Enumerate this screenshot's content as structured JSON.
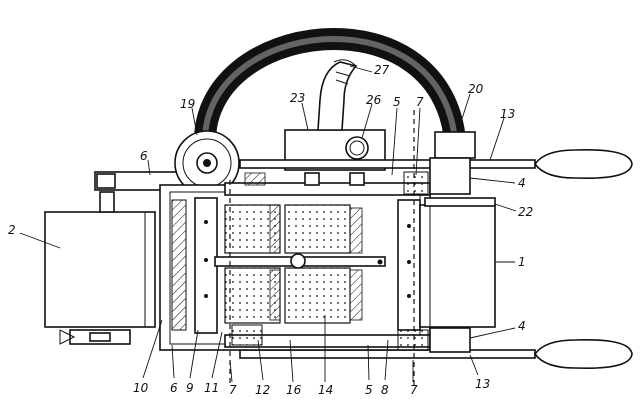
{
  "figure": {
    "labels": [
      {
        "id": "callout-1",
        "text": "1"
      },
      {
        "id": "callout-2",
        "text": "2"
      },
      {
        "id": "callout-4-top",
        "text": "4"
      },
      {
        "id": "callout-4-bottom",
        "text": "4"
      },
      {
        "id": "callout-5-top",
        "text": "5"
      },
      {
        "id": "callout-5-bottom",
        "text": "5"
      },
      {
        "id": "callout-6-left",
        "text": "6"
      },
      {
        "id": "callout-6-bottom",
        "text": "6"
      },
      {
        "id": "callout-7-top",
        "text": "7"
      },
      {
        "id": "callout-7-left",
        "text": "7"
      },
      {
        "id": "callout-7-bottom",
        "text": "7"
      },
      {
        "id": "callout-8",
        "text": "8"
      },
      {
        "id": "callout-9",
        "text": "9"
      },
      {
        "id": "callout-10",
        "text": "10"
      },
      {
        "id": "callout-11",
        "text": "11"
      },
      {
        "id": "callout-12",
        "text": "12"
      },
      {
        "id": "callout-13-top",
        "text": "13"
      },
      {
        "id": "callout-13-bottom",
        "text": "13"
      },
      {
        "id": "callout-14",
        "text": "14"
      },
      {
        "id": "callout-16",
        "text": "16"
      },
      {
        "id": "callout-19",
        "text": "19"
      },
      {
        "id": "callout-20",
        "text": "20"
      },
      {
        "id": "callout-22",
        "text": "22"
      },
      {
        "id": "callout-23",
        "text": "23"
      },
      {
        "id": "callout-26",
        "text": "26"
      },
      {
        "id": "callout-27",
        "text": "27"
      }
    ]
  }
}
